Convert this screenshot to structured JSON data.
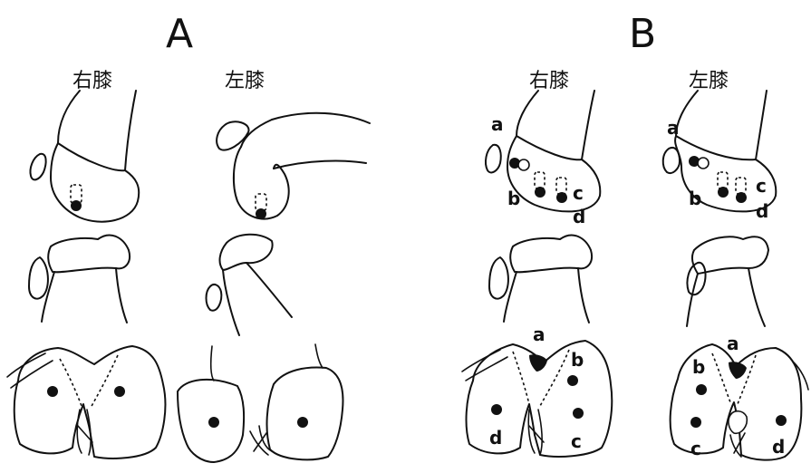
{
  "panels": {
    "a": {
      "letter": "A",
      "right_knee": "右膝",
      "left_knee": "左膝"
    },
    "b": {
      "letter": "B",
      "right_knee": "右膝",
      "left_knee": "左膝",
      "right_lateral_labels": {
        "a": "a",
        "b": "b",
        "c": "c",
        "d": "d"
      },
      "left_lateral_labels": {
        "a": "a",
        "b": "b",
        "c": "c",
        "d": "d"
      },
      "right_axial_labels": {
        "a": "a",
        "b": "b",
        "c": "c",
        "d": "d"
      },
      "left_axial_labels": {
        "a": "a",
        "b": "b",
        "c": "c",
        "d": "d"
      }
    }
  }
}
